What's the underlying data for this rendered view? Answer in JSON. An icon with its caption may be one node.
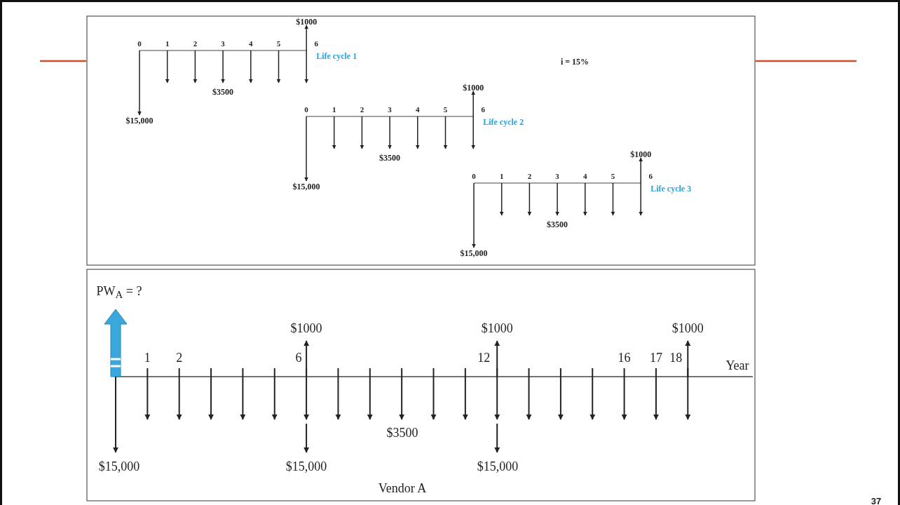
{
  "diagram": {
    "labels": [
      "$1000",
      "0",
      "1",
      "2",
      "3",
      "4",
      "5",
      "6",
      "Life cycle 1",
      "$3500",
      "$15,000",
      "i = 15%",
      "$1000",
      "0",
      "1",
      "2",
      "3",
      "4",
      "5",
      "6",
      "Life cycle 2",
      "$3500",
      "$15,000",
      "$1000",
      "0",
      "1",
      "2",
      "3",
      "4",
      "5",
      "6",
      "Life cycle 3",
      "$3500",
      "$15,000",
      "PW$_{A}$ = ?",
      "$1000",
      "$1000",
      "$1000",
      "1",
      "2",
      "6",
      "12",
      "16",
      "17",
      "18",
      "Year",
      "$3500",
      "$15,000",
      "$15,000",
      "$15,000",
      "Vendor A",
      "37"
    ]
  }
}
